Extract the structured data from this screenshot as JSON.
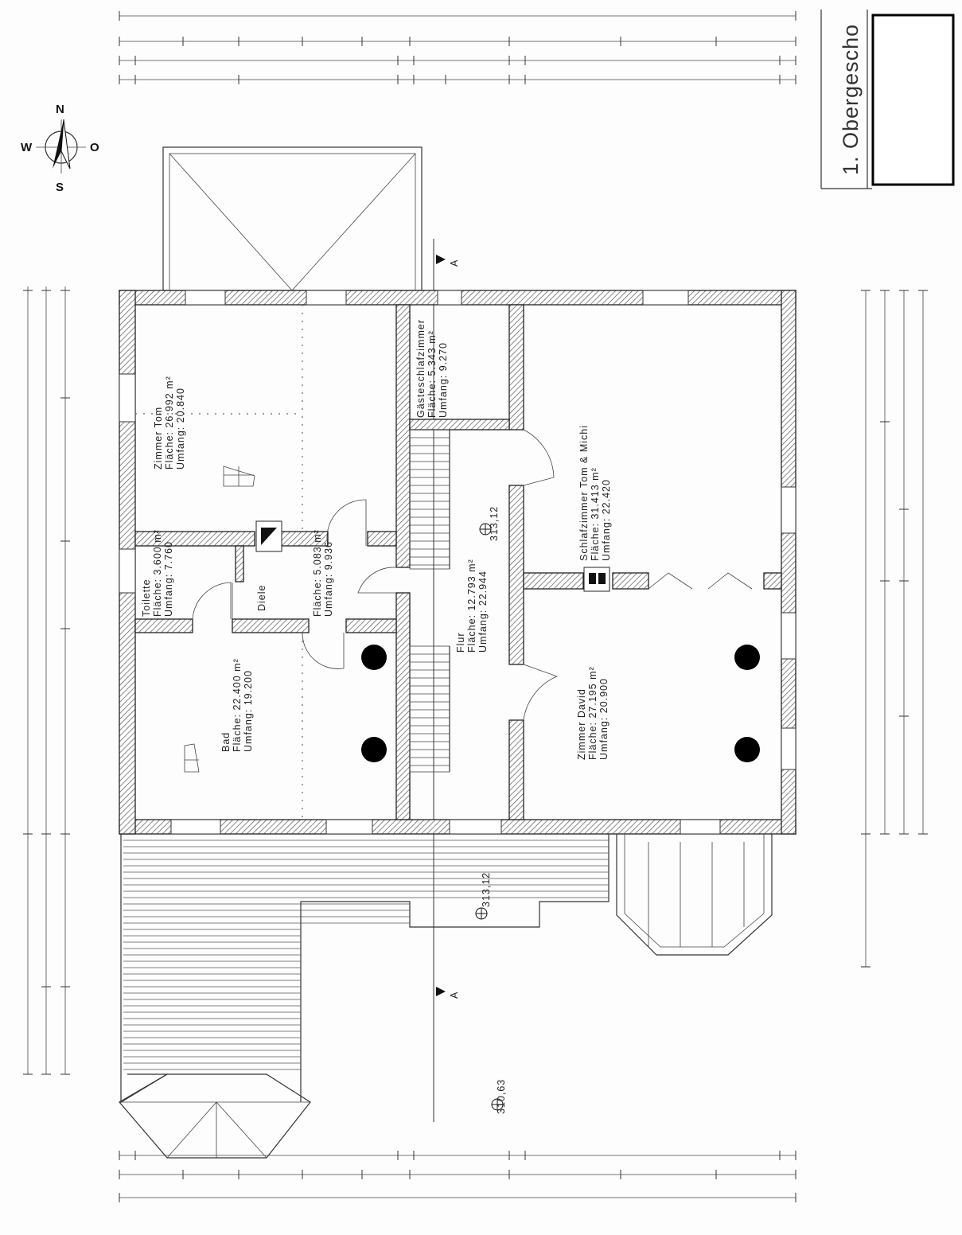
{
  "title_block": {
    "floor_title": "1. Obergescho"
  },
  "compass": {
    "north": "N",
    "south": "S",
    "west": "W",
    "east": "O"
  },
  "section_marker": "A",
  "rooms": [
    {
      "name": "Zimmer Tom",
      "area": "Fläche: 26.992 m²",
      "perimeter": "Umfang: 20.840"
    },
    {
      "name": "Toilette",
      "area": "Fläche: 3.600 m²",
      "perimeter": "Umfang: 7.760"
    },
    {
      "name": "Diele",
      "area": "Fläche: 5.083 m²",
      "perimeter": "Umfang: 9.936"
    },
    {
      "name": "Bad",
      "area": "Fläche: 22.400 m²",
      "perimeter": "Umfang: 19.200"
    },
    {
      "name": "Gästeschlafzimmer",
      "area": "Fläche: 5.343 m²",
      "perimeter": "Umfang: 9.270"
    },
    {
      "name": "Flur",
      "area": "Fläche: 12.793 m²",
      "perimeter": "Umfang: 22.944"
    },
    {
      "name": "Schlafzimmer Tom & Michi",
      "area": "Fläche: 31.413 m²",
      "perimeter": "Umfang: 22.420"
    },
    {
      "name": "Zimmer David",
      "area": "Fläche: 27.195 m²",
      "perimeter": "Umfang: 20.900"
    }
  ],
  "elevations": [
    "313,12",
    "313,12",
    "310,63"
  ]
}
